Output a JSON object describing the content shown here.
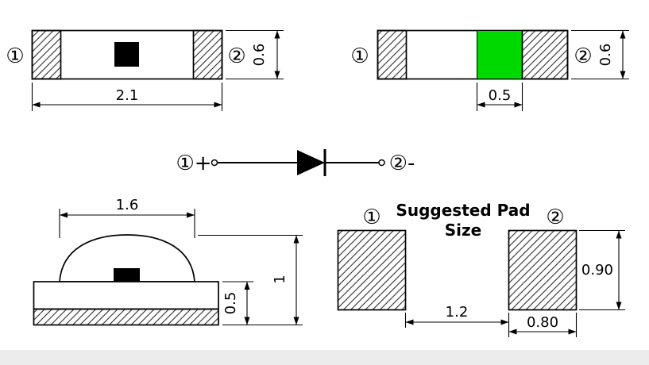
{
  "colors": {
    "part_green": "#00d900",
    "pad_label_red": "#ee3333",
    "footer_bar": "#ececec"
  },
  "top_view": {
    "pin1": "①",
    "pin2": "②",
    "width": "2.1",
    "height": "0.6"
  },
  "front_view": {
    "pin1": "①",
    "pin2": "②",
    "mark_width": "0.5",
    "height": "0.6"
  },
  "schematic": {
    "anode": "①+",
    "cathode": "②-"
  },
  "side_view": {
    "lens_width": "1.6",
    "base_height": "0.5",
    "total_height": "1"
  },
  "pad_layout": {
    "title1": "Suggested Pad",
    "title2": "Size",
    "pad1": "①",
    "pad2": "②",
    "gap": "1.2",
    "pad_width": "0.80",
    "pad_height": "0.90"
  }
}
